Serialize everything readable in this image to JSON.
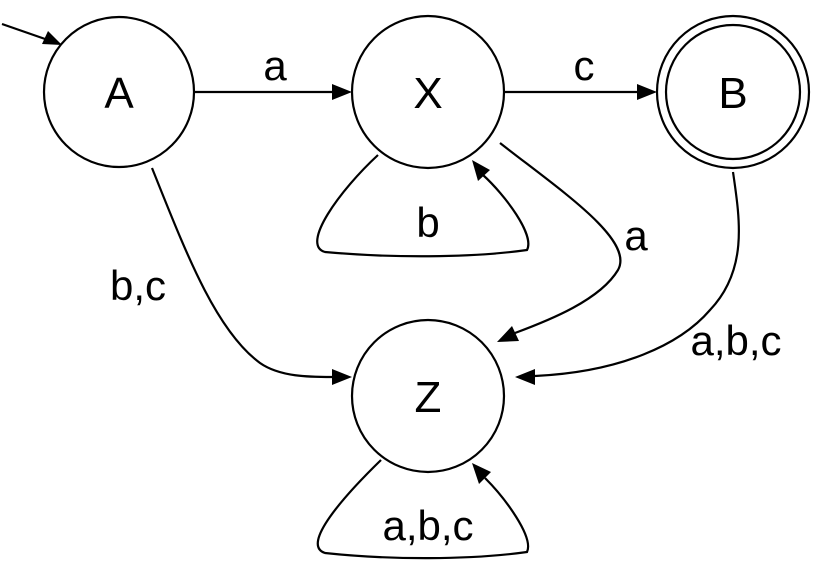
{
  "states": {
    "A": "A",
    "X": "X",
    "B": "B",
    "Z": "Z"
  },
  "initial_state": "A",
  "accepting_states": [
    "B"
  ],
  "transitions": [
    {
      "from": "A",
      "to": "X",
      "label": "a"
    },
    {
      "from": "X",
      "to": "B",
      "label": "c"
    },
    {
      "from": "X",
      "to": "X",
      "label": "b"
    },
    {
      "from": "X",
      "to": "Z",
      "label": "a"
    },
    {
      "from": "A",
      "to": "Z",
      "label": "b,c"
    },
    {
      "from": "B",
      "to": "Z",
      "label": "a,b,c"
    },
    {
      "from": "Z",
      "to": "Z",
      "label": "a,b,c"
    }
  ],
  "colors": {
    "stroke": "#000000",
    "background": "#ffffff"
  }
}
